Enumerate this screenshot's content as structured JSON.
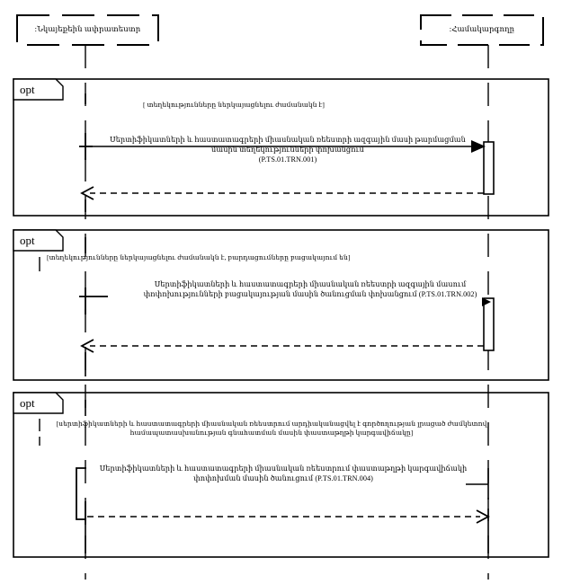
{
  "diagram": {
    "type": "uml-sequence-diagram",
    "participants": [
      {
        "id": "sender",
        "name": ":Նկայեքեին ափրատեստր",
        "label": ":Նկայեքեին ափրատեստր"
      },
      {
        "id": "coordinator",
        "name": ":Համակարգող",
        "label": ":Համակարգողը"
      }
    ],
    "fragments": [
      {
        "id": "opt-1",
        "operator": "opt",
        "guard": "[ տեղեկությունները ներկայացնելու ժամանակն է]",
        "messages": [
          {
            "id": "msg-1",
            "text": "Սերտիֆիկատների և հաստատագրերի միասնական ռեեստրի ազգային մասի թարմացման\nմասին տեղեկությունների փոխանցում\n(P.TS.01.TRN.001)",
            "code": "P.TS.01.TRN.001",
            "direction": "left-to-right",
            "style": "solid-filled-arrow",
            "reply": {
              "direction": "right-to-left",
              "style": "dashed-open-arrow"
            }
          }
        ]
      },
      {
        "id": "opt-2",
        "operator": "opt",
        "guard": "[տեղեկությունները ներկայացնելու ժամանակն է, բարդացումները բացակայում են]",
        "messages": [
          {
            "id": "msg-2",
            "text": "Սերտիֆիկատների և հաստատագրերի միասնական ռեեստրի ազգային մասում\nփոփոխությունների բացակայության մասին ծանուցման փոխանցում (P.TS.01.TRN.002)",
            "code": "P.TS.01.TRN.002",
            "direction": "left-to-right",
            "style": "solid-filled-arrow",
            "reply": {
              "direction": "right-to-left",
              "style": "dashed-open-arrow"
            }
          }
        ]
      },
      {
        "id": "opt-3",
        "operator": "opt",
        "guard": "[սերտիֆիկատների և հաստատագրերի միասնական ռեեստրում արդիականացվել է գործողության լրացած ժամկետով\nհամապատասխանության գնահատման մասին փաստաթղթի կարգավիճակը]",
        "messages": [
          {
            "id": "msg-3",
            "text": "Սերտիֆիկատների և հաստատագրերի միասնական ռեեստրում փաստաթղթի կարգավիճակի\nփոփոխման մասին ծանուցում (P.TS.01.TRN.004)",
            "code": "P.TS.01.TRN.004",
            "direction": "left-to-right",
            "style": "dashed-open-arrow"
          }
        ]
      }
    ],
    "colors": {
      "stroke": "#000000",
      "background": "#ffffff",
      "text": "#000000"
    }
  }
}
